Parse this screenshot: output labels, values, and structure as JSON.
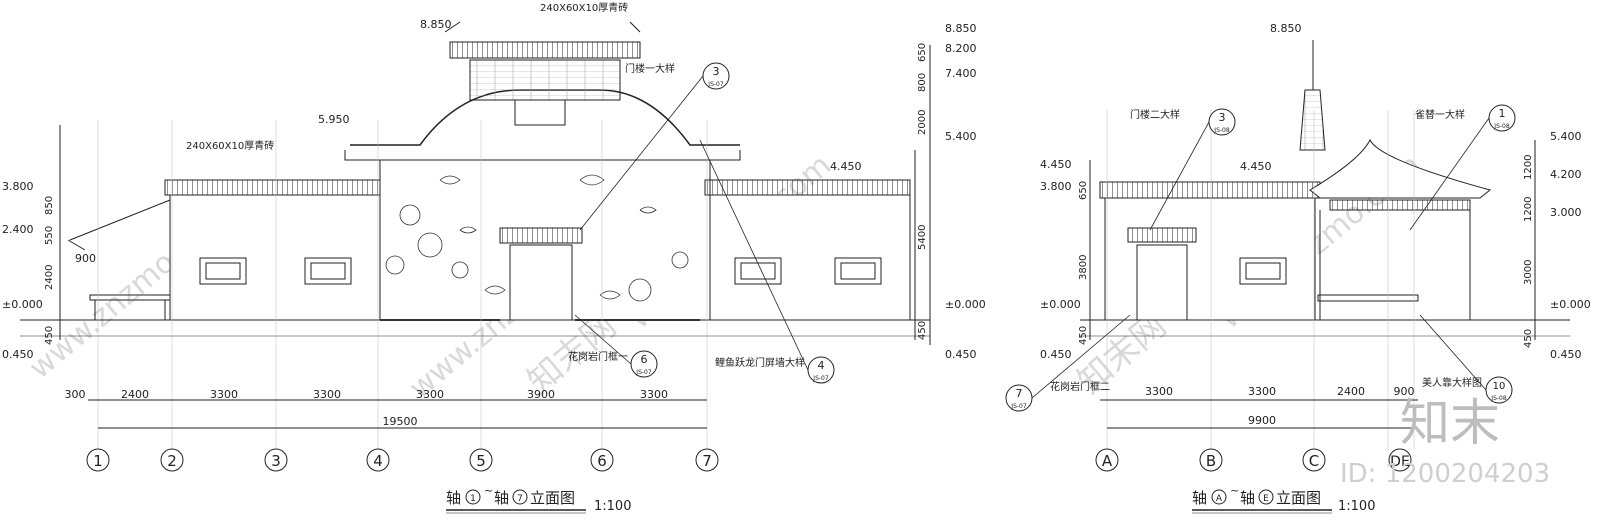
{
  "left_elevation": {
    "title": "轴①~轴⑦立面图",
    "title_prefix": "轴",
    "title_mid": "~",
    "title_suffix": "轴",
    "title_tail": "立面图",
    "title_start_axis": "1",
    "title_end_axis": "7",
    "scale": "1:100",
    "axes": [
      "1",
      "2",
      "3",
      "4",
      "5",
      "6",
      "7"
    ],
    "span_dims": [
      "2400",
      "3300",
      "3300",
      "3300",
      "3900",
      "3300"
    ],
    "start_offset": "300",
    "total_dim": "19500",
    "left_levels": [
      "3.800",
      "2.400",
      "±0.000",
      "0.450"
    ],
    "left_vert_dims": [
      "850",
      "550",
      "2400",
      "450"
    ],
    "left_horiz_dim": "900",
    "right_levels": [
      "8.850",
      "8.200",
      "7.400",
      "5.400",
      "±0.000",
      "0.450"
    ],
    "right_vert_dims": [
      "650",
      "800",
      "2000",
      "5400",
      "450"
    ],
    "roof_levels": [
      "8.850",
      "5.950",
      "4.450"
    ],
    "brick_notes": [
      "240X60X10厚青砖",
      "240X60X10厚青砖"
    ],
    "callouts": [
      {
        "text": "门楼一大样",
        "num": "3",
        "sheet": "JS-07"
      },
      {
        "text": "花岗岩门框一",
        "num": "6",
        "sheet": "JS-07"
      },
      {
        "text": "鲤鱼跃龙门屏墙大样",
        "num": "4",
        "sheet": "JS-07"
      }
    ]
  },
  "right_elevation": {
    "title": "轴Ⓐ~轴Ⓔ立面图",
    "title_prefix": "轴",
    "title_mid": "~",
    "title_suffix": "轴",
    "title_tail": "立面图",
    "title_start_axis": "A",
    "title_end_axis": "E",
    "scale": "1:100",
    "axes": [
      "A",
      "B",
      "C",
      "D",
      "E"
    ],
    "axis_de_label": "DE",
    "span_dims": [
      "3300",
      "3300",
      "2400",
      "900"
    ],
    "total_dim": "9900",
    "left_levels": [
      "4.450",
      "3.800",
      "±0.000",
      "0.450"
    ],
    "left_vert_dims": [
      "650",
      "3800",
      "450"
    ],
    "right_levels": [
      "5.400",
      "4.200",
      "3.000",
      "±0.000",
      "0.450"
    ],
    "right_vert_dims": [
      "1200",
      "1200",
      "3000",
      "450"
    ],
    "roof_levels": [
      "8.850",
      "4.450"
    ],
    "callouts": [
      {
        "text": "门楼二大样",
        "num": "3",
        "sheet": "JS-08"
      },
      {
        "text": "雀替一大样",
        "num": "1",
        "sheet": "JS-08"
      },
      {
        "text": "花岗岩门框二",
        "num": "7",
        "sheet": "JS-07"
      },
      {
        "text": "美人靠大样图",
        "num": "10",
        "sheet": "JS-08"
      }
    ]
  },
  "branding": {
    "logo": "知末",
    "id_text": "ID: 1200204203",
    "watermark": "www.znzmo.com",
    "watermark_short": "知末网"
  },
  "colors": {
    "line": "#222222",
    "watermark": "#d9d9d9",
    "background": "#ffffff"
  }
}
